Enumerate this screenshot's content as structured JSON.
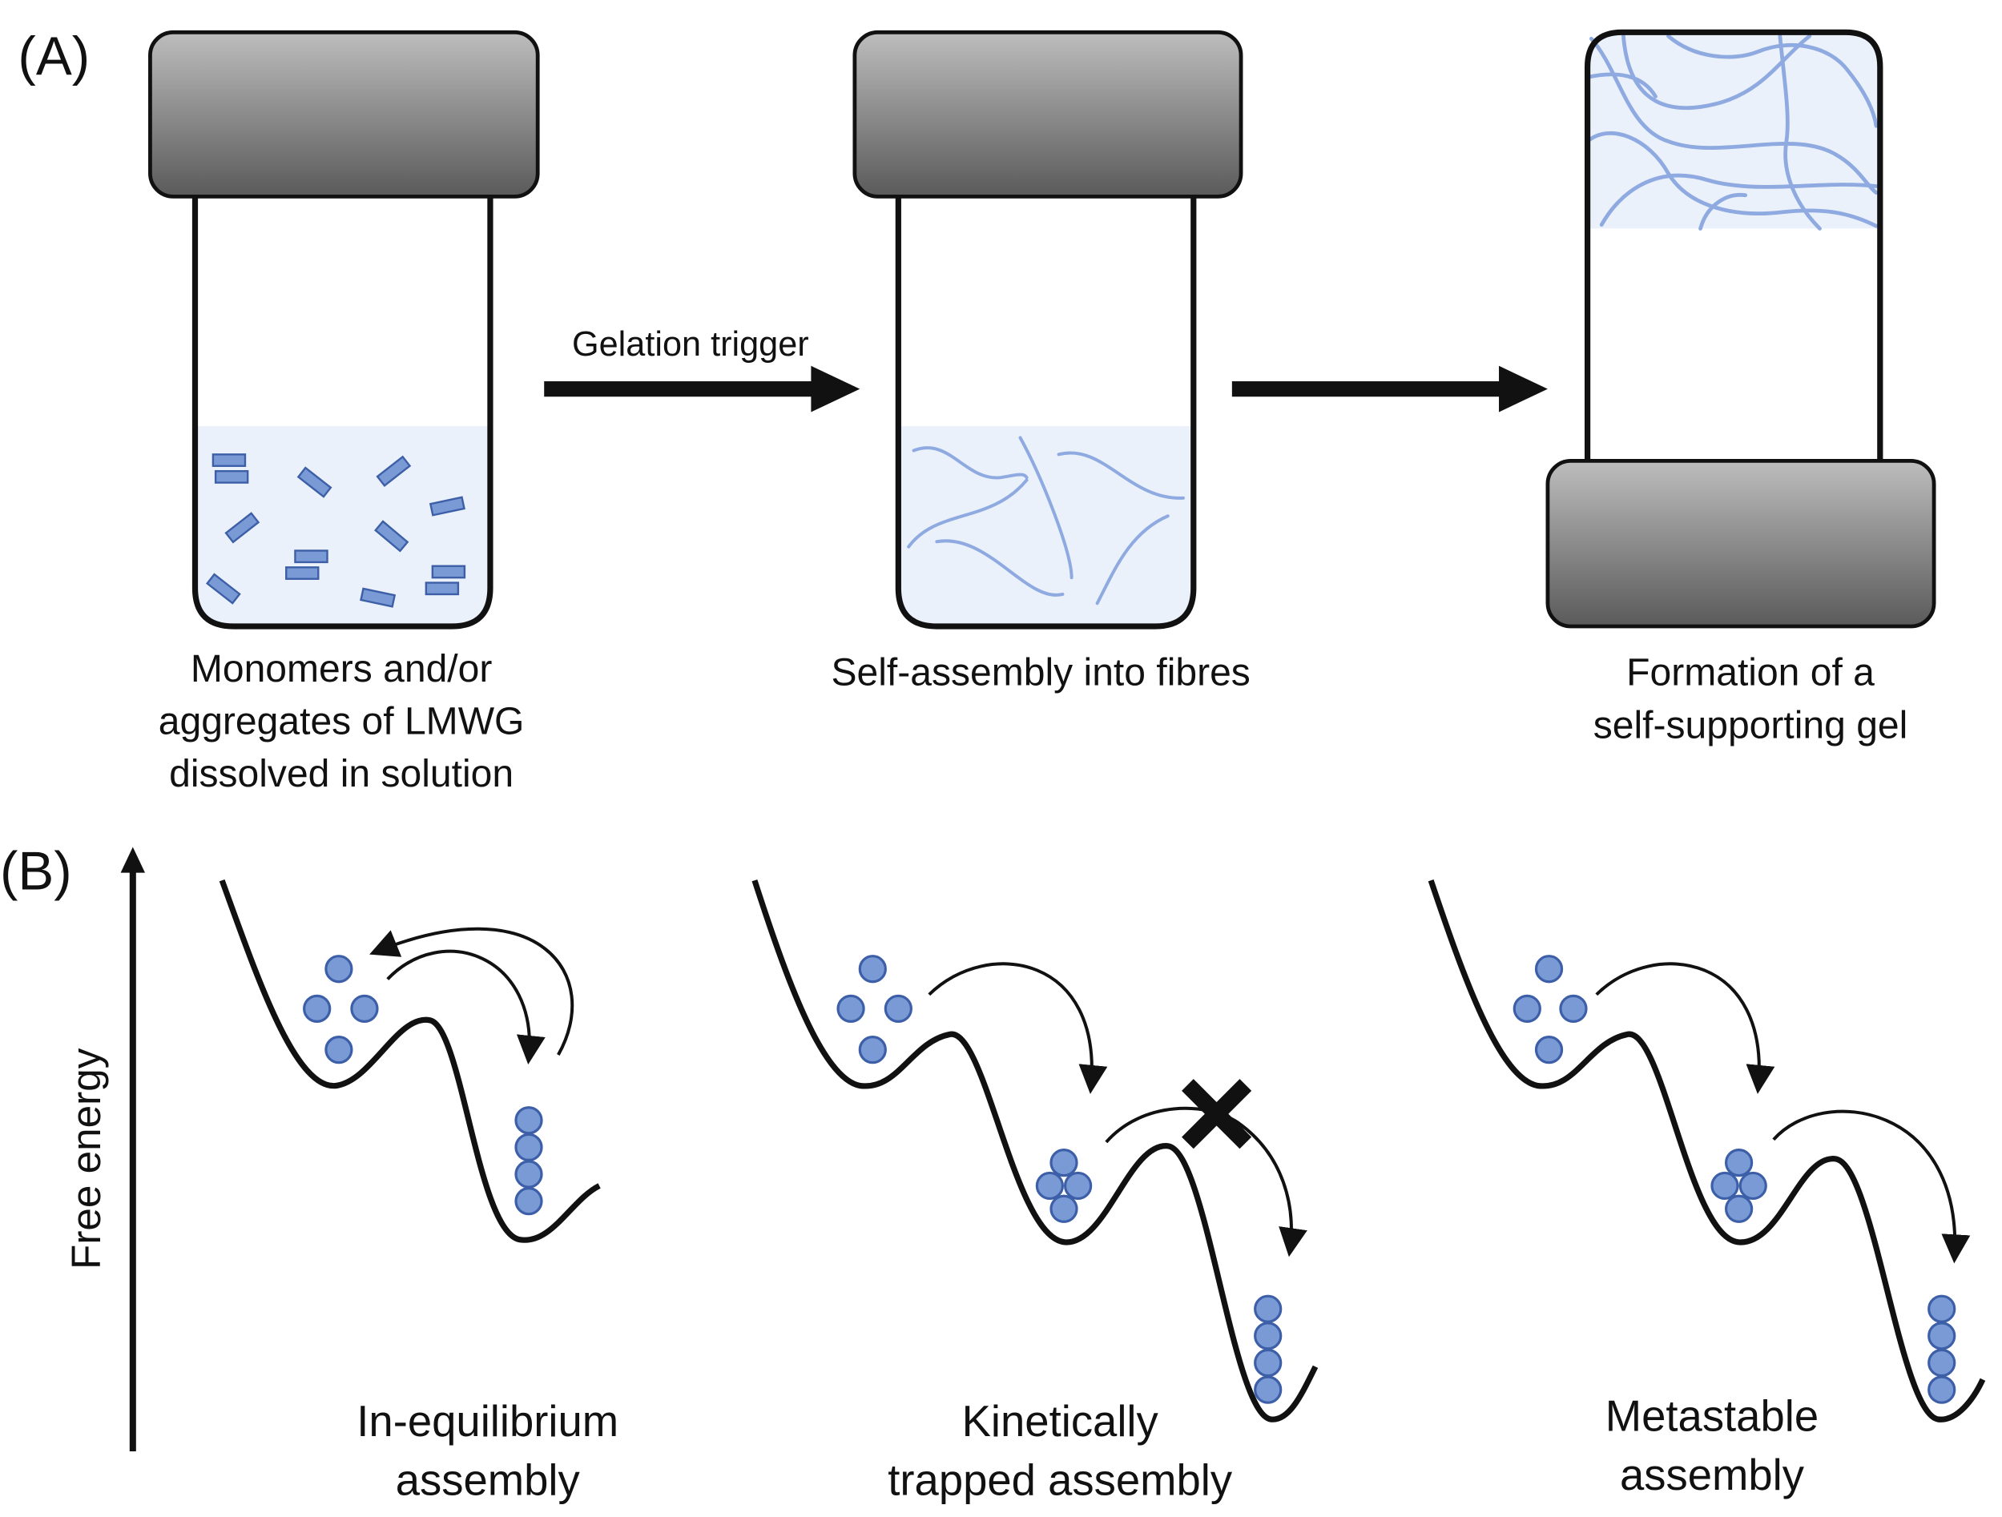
{
  "panel_a": {
    "label": "(A)",
    "trigger_label": "Gelation trigger",
    "captions": [
      [
        "Monomers and/or",
        "aggregates of LMWG",
        "dissolved in solution"
      ],
      [
        "Self-assembly into fibres"
      ],
      [
        "Formation of a",
        "self-supporting gel"
      ]
    ]
  },
  "panel_b": {
    "label": "(B)",
    "axis_label": "Free energy",
    "captions": [
      [
        "In-equilibrium",
        "assembly"
      ],
      [
        "Kinetically",
        "trapped assembly"
      ],
      [
        "Metastable",
        "assembly"
      ]
    ]
  },
  "colors": {
    "solution_fill": "#eaf1fb",
    "particle_fill": "#7a9ad6",
    "particle_stroke": "#3d5fa8",
    "fibre_stroke": "#8eaae0",
    "cap_top": "#b9b9b9",
    "cap_bottom": "#5e5e5e",
    "outline": "#111111"
  },
  "icons": [
    "blocked-x-icon",
    "up-arrow-icon",
    "right-arrow-icon"
  ]
}
